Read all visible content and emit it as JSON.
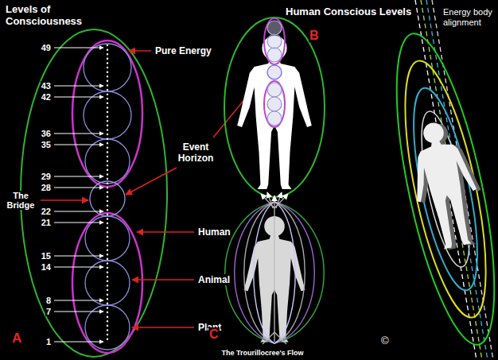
{
  "diagram": {
    "labels": [
      "Levels of Consciousness",
      "49",
      "43",
      "42",
      "36",
      "35",
      "29",
      "28",
      "22",
      "21",
      "15",
      "14",
      "8",
      "7",
      "1",
      "Pure Energy",
      "The Bridge",
      "Event Horizon",
      "Human",
      "Animal",
      "Plant",
      "A",
      "Human Conscious Levels",
      "B",
      "C",
      "The Trourillocree's Flow",
      "Energy body alignment",
      "©"
    ]
  }
}
